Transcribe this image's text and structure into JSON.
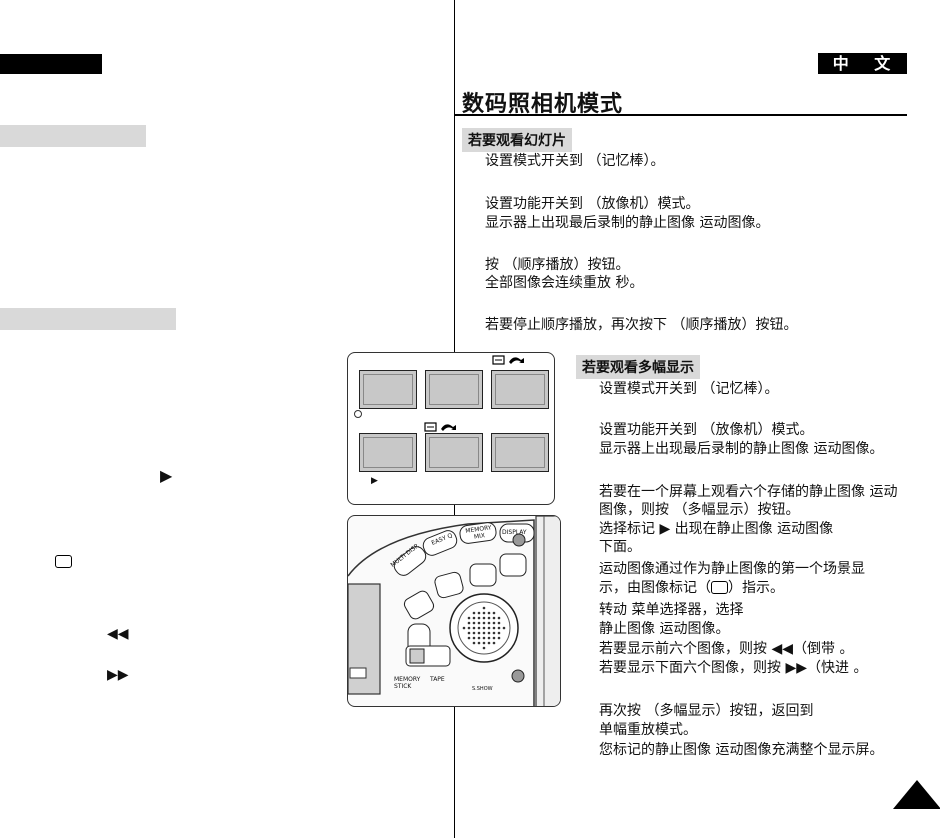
{
  "header": {
    "lang_label": "中 文",
    "title": "数码照相机模式"
  },
  "slideshow": {
    "heading": "若要观看幻灯片",
    "lines": [
      "设置模式开关到                         （记忆棒）。",
      "设置功能开关到            （放像机）模式。",
      "   显示器上出现最后录制的静止图像 运动图像。",
      "按            （顺序播放）按钮。",
      "   全部图像会连续重放     秒。",
      "若要停止顺序播放，再次按下            （顺序播放）按钮。"
    ]
  },
  "multi": {
    "heading": "若要观看多幅显示",
    "lines": [
      "设置模式开关到                        （记忆棒）。",
      "设置功能开关到            （放像机）模式。",
      "   显示器上出现最后录制的静止图像 运动图像。",
      "若要在一个屏幕上观看六个存储的静止图像 运动",
      "图像，则按                （多幅显示）按钮。",
      "   选择标记    ",
      "    出现在静止图像 运动图像",
      "   下面。",
      "   运动图像通过作为静止图像的第一个场景显",
      "   示，由图像标记（",
      "）指示。",
      "   转动                          菜单选择器，选择",
      "   静止图像 运动图像。",
      "   若要显示前六个图像，则按",
      "（倒带 。",
      "   若要显示下面六个图像，则按",
      "（快进 。",
      "再次按                （多幅显示）按钮，返回到",
      "单幅重放模式。",
      "   您标记的静止图像 运动图像充满整个显示屏。"
    ]
  },
  "icons": {
    "play": "play-triangle-icon",
    "rewind": "rewind-icon",
    "forward": "fast-forward-icon",
    "memo": "rounded-rect-marker-icon"
  },
  "camera": {
    "buttons": [
      "MULTI DISP.",
      "EASY Q",
      "MEMORY MIX",
      "DISPLAY"
    ],
    "labels": [
      "MEMORY STICK",
      "TAPE",
      "S.SHOW"
    ]
  }
}
